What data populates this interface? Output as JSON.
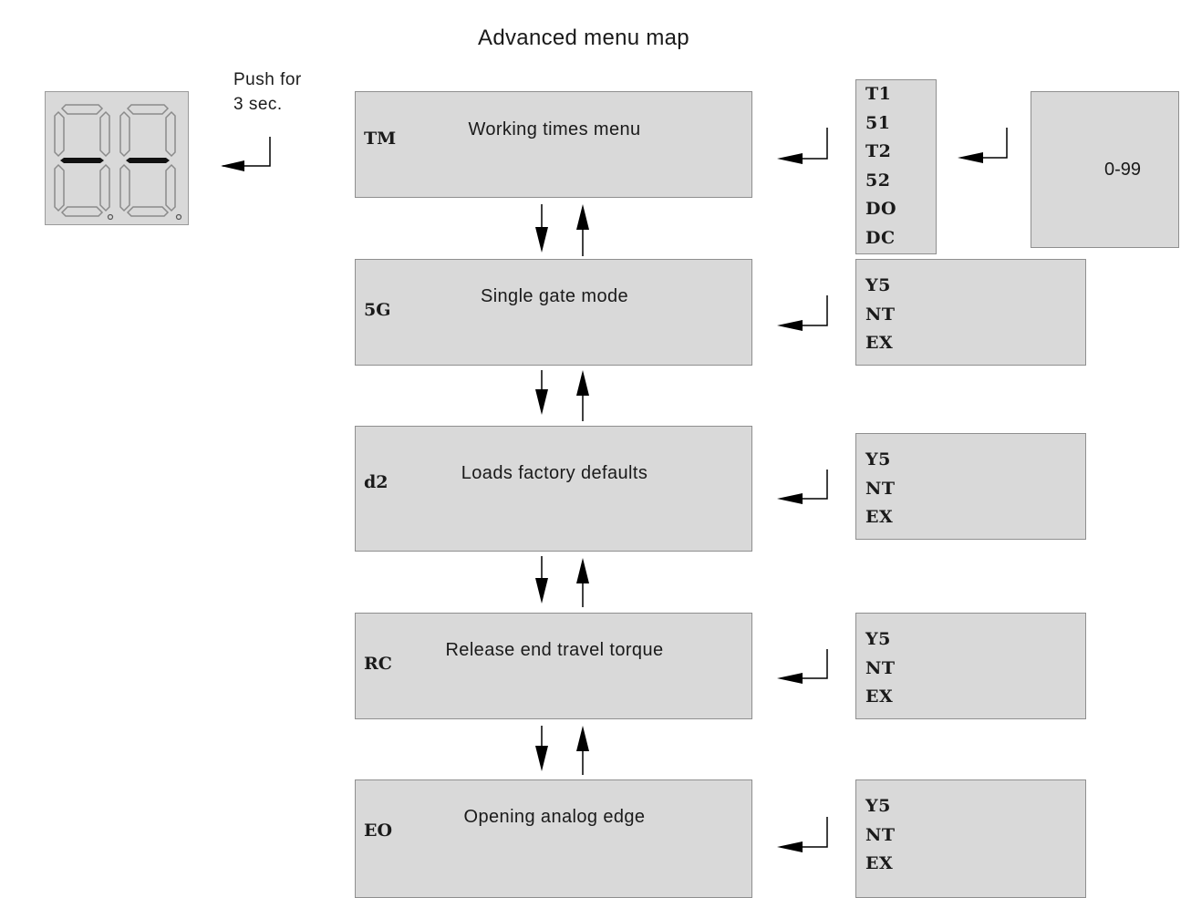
{
  "title": "Advanced menu map",
  "push_note": [
    "Push for",
    "3 sec."
  ],
  "display": {
    "segment_color": "#8a8a8a",
    "lit_color": "#111111",
    "digits_shown": [
      "-",
      "-"
    ]
  },
  "menus": [
    {
      "code": "TM",
      "label": "Working times menu"
    },
    {
      "code": "5G",
      "label": "Single gate mode"
    },
    {
      "code": "d2",
      "label": "Loads factory defaults"
    },
    {
      "code": "RC",
      "label": "Release end travel torque"
    },
    {
      "code": "EO",
      "label": "Opening analog edge"
    }
  ],
  "option_lists": [
    {
      "items": [
        "T1",
        "51",
        "T2",
        "52",
        "DO",
        "DC"
      ]
    },
    {
      "items": [
        "Y5",
        "NT",
        "EX"
      ]
    },
    {
      "items": [
        "Y5",
        "NT",
        "EX"
      ]
    },
    {
      "items": [
        "Y5",
        "NT",
        "EX"
      ]
    },
    {
      "items": [
        "Y5",
        "NT",
        "EX"
      ]
    }
  ],
  "value_range": "0-99",
  "colors": {
    "box_fill": "#d9d9d9",
    "box_border": "#8f8f8f",
    "arrow": "#000000"
  }
}
